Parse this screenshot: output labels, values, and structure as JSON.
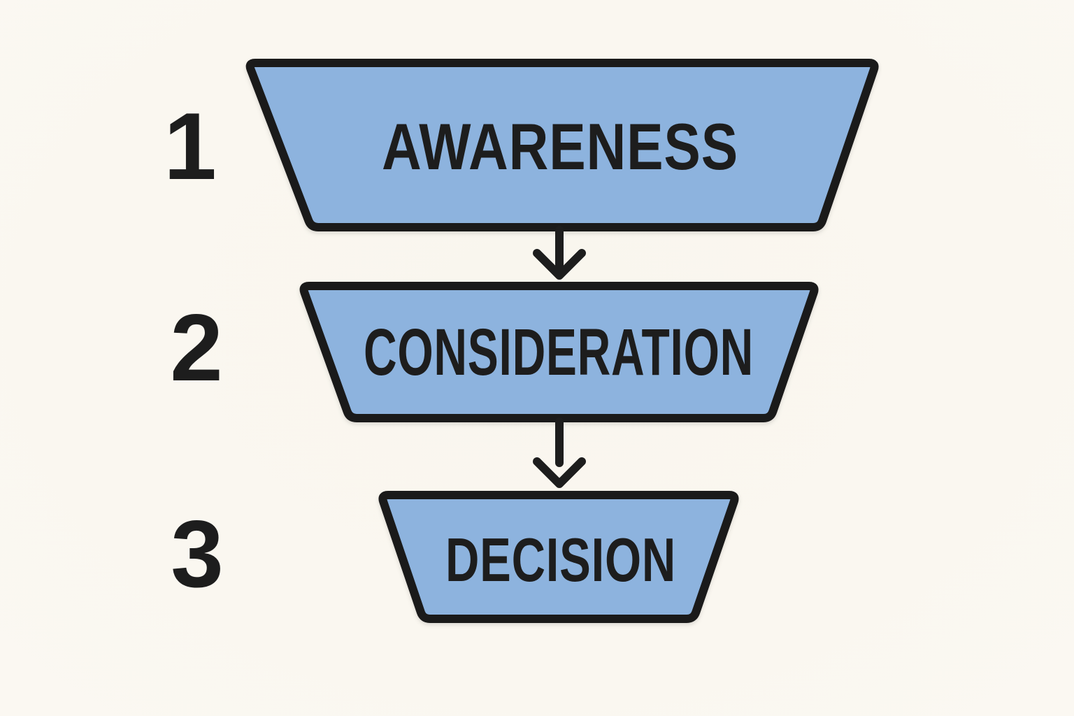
{
  "diagram": {
    "type": "funnel",
    "direction": "top-to-bottom",
    "stages": [
      {
        "number": "1",
        "label": "AWARENESS"
      },
      {
        "number": "2",
        "label": "CONSIDERATION"
      },
      {
        "number": "3",
        "label": "DECISION"
      }
    ],
    "connectors": [
      {
        "icon": "down-arrow"
      },
      {
        "icon": "down-arrow"
      }
    ],
    "colors": {
      "background": "#faf7f0",
      "stage_fill": "#8db3de",
      "stage_outline": "#1a1a1a",
      "label_text": "#1d1d1d",
      "number_text": "#1d1d1d"
    }
  }
}
